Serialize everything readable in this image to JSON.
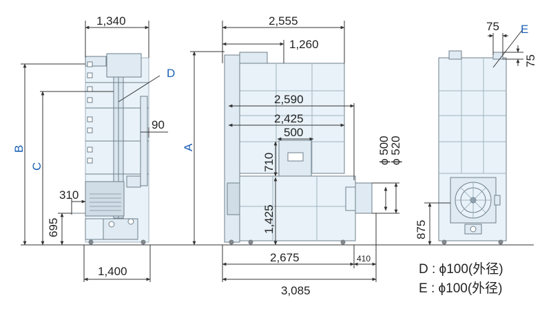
{
  "dimensions": {
    "side_top_width": "1,340",
    "side_bottom_width": "1,400",
    "side_height_695": "695",
    "side_offset_310": "310",
    "side_offset_90": "90",
    "front_width_top": "2,555",
    "front_width_1260": "1,260",
    "front_width_2590": "2,590",
    "front_width_2425": "2,425",
    "front_width_500": "500",
    "front_height_710": "710",
    "front_height_1425": "1,425",
    "front_bottom_2675": "2,675",
    "front_bottom_410": "410",
    "front_total_3085": "3,085",
    "fan_diameter_500": "ϕ 500",
    "fan_diameter_520": "ϕ 520",
    "rear_top_75": "75",
    "rear_side_75": "75",
    "rear_height_875": "875"
  },
  "labels": {
    "A": "A",
    "B": "B",
    "C": "C",
    "D": "D",
    "E": "E"
  },
  "notes": {
    "d_note": "D : ϕ100(外径)",
    "e_note": "E : ϕ100(外径)"
  },
  "colors": {
    "machine_fill": "#e8f2f8",
    "machine_stroke": "#6e7e8a",
    "label_blue": "#1a5fb4",
    "dim_line": "#333333"
  }
}
